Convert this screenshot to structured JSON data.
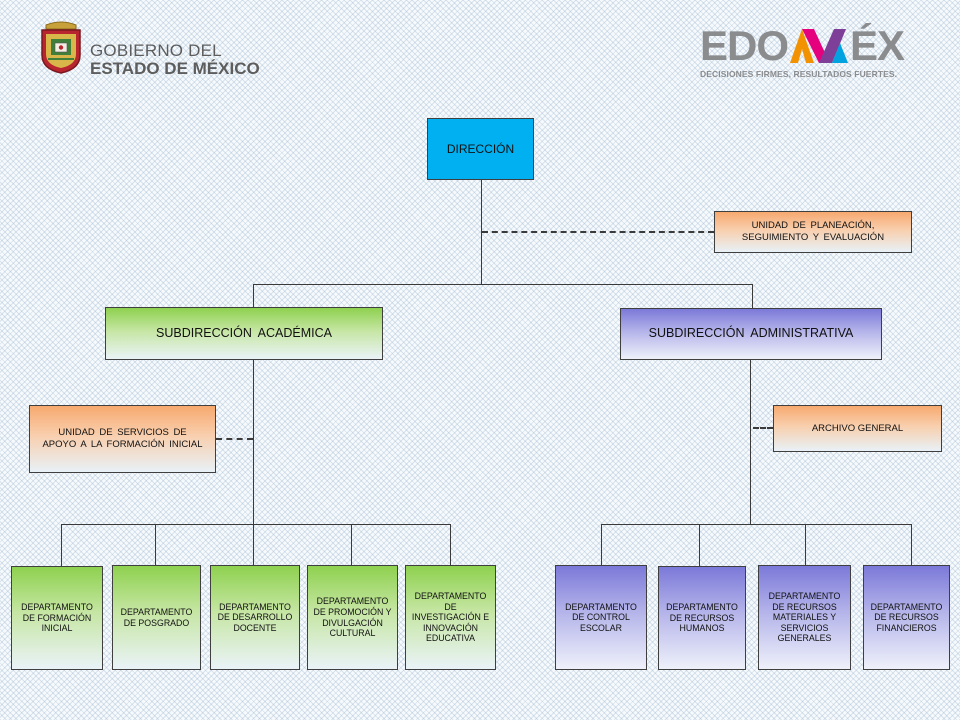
{
  "header": {
    "gobierno_line1": "GOBIERNO DEL",
    "gobierno_line2": "ESTADO DE MÉXICO",
    "edomex_left": "EDO",
    "edomex_right": "ÉX",
    "edomex_slogan": "DECISIONES FIRMES, RESULTADOS FUERTES."
  },
  "org": {
    "direccion": "DIRECCIÓN",
    "unidad_planeacion": "UNIDAD DE PLANEACIÓN, SEGUIMIENTO Y EVALUACIÓN",
    "subdireccion_academica": "SUBDIRECCIÓN ACADÉMICA",
    "subdireccion_administrativa": "SUBDIRECCIÓN ADMINISTRATIVA",
    "unidad_servicios_apoyo": "UNIDAD DE SERVICIOS DE APOYO A LA FORMACIÓN INICIAL",
    "archivo_general": "ARCHIVO GENERAL",
    "academic_departments": [
      "DEPARTAMENTO DE FORMACIÓN INICIAL",
      "DEPARTAMENTO DE POSGRADO",
      "DEPARTAMENTO DE DESARROLLO DOCENTE",
      "DEPARTAMENTO DE PROMOCIÓN Y DIVULGACIÓN CULTURAL",
      "DEPARTAMENTO DE INVESTIGACIÓN E INNOVACIÓN EDUCATIVA"
    ],
    "admin_departments": [
      "DEPARTAMENTO DE CONTROL ESCOLAR",
      "DEPARTAMENTO DE RECURSOS HUMANOS",
      "DEPARTAMENTO DE RECURSOS MATERIALES Y SERVICIOS GENERALES",
      "DEPARTAMENTO DE RECURSOS FINANCIEROS"
    ]
  },
  "colors": {
    "direccion": "#00b0f0",
    "academic": "#8ed14f",
    "administrative": "#7b79d8",
    "staff_unit": "#f7a96f",
    "edomex_m_pink": "#e5007e",
    "edomex_m_orange": "#f39200",
    "edomex_m_purple": "#7d3f98"
  }
}
